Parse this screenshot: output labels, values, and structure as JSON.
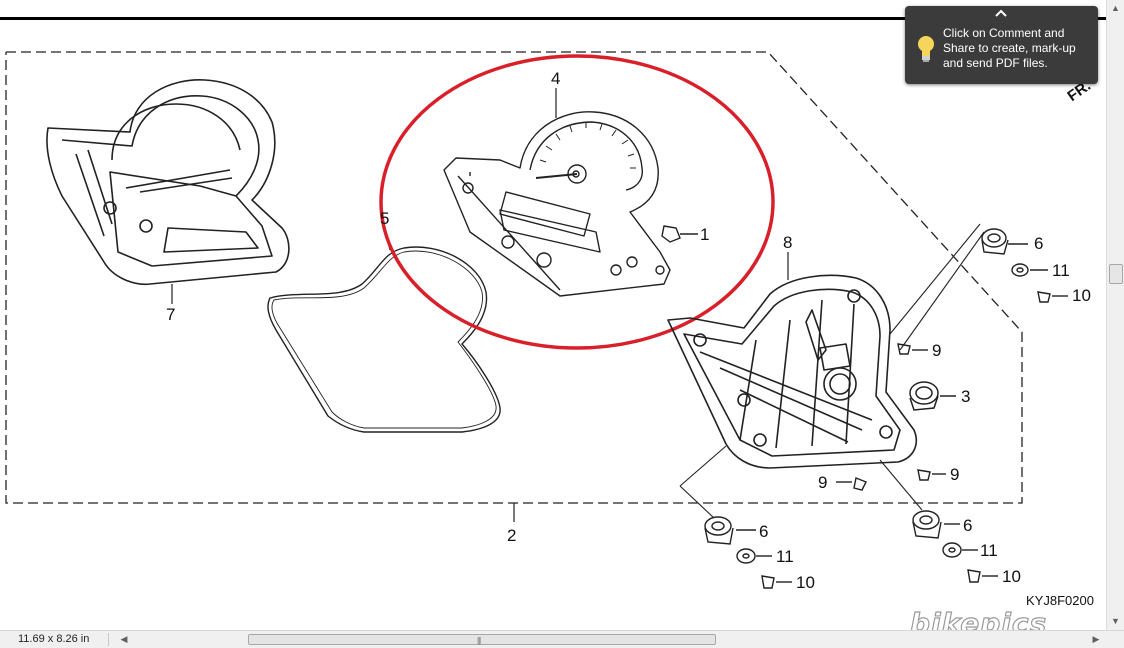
{
  "viewer": {
    "page_size": "11.69 x 8.26 in"
  },
  "tooltip": {
    "text": "Click on Comment and Share to create, mark-up and send PDF files.",
    "icon": "lightbulb-icon",
    "collapse_icon": "chevron-up-icon"
  },
  "diagram": {
    "drawing_code": "KYJ8F0200",
    "corner_mark": "FR.",
    "watermark": "bikepics",
    "callouts": {
      "c1": "1",
      "c2": "2",
      "c3": "3",
      "c4": "4",
      "c5": "5",
      "c6a": "6",
      "c6b": "6",
      "c6c": "6",
      "c7": "7",
      "c8": "8",
      "c9a": "9",
      "c9b": "9",
      "c9c": "9",
      "c10a": "10",
      "c10b": "10",
      "c10c": "10",
      "c11a": "11",
      "c11b": "11",
      "c11c": "11"
    },
    "highlight_color": "#d8202a"
  }
}
